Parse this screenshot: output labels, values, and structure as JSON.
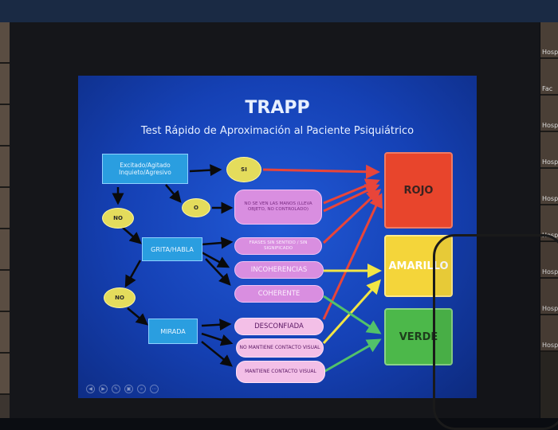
{
  "slide": {
    "title": "TRAPP",
    "subtitle": "Test Rápido de Aproximación al Paciente Psiquiátrico"
  },
  "nodes": {
    "excitado": "Excitado/Agitado Inquieto/Agresivo",
    "si": "SI",
    "o": "O",
    "no1": "NO",
    "no2": "NO",
    "grita": "GRITA/HABLA",
    "mirada": "MIRADA",
    "manos": "NO SE VEN LAS MANOS (LLEVA OBJETO, NO CONTROLADO)",
    "significado": "FRASES SIN SENTIDO / SIN SIGNIFICADO",
    "incoherencias": "INCOHERENCIAS",
    "coherente": "COHERENTE",
    "desconfiada": "DESCONFIADA",
    "no_mantiene": "NO MANTIENE CONTACTO VISUAL",
    "mantiene": "MANTIENE CONTACTO VISUAL"
  },
  "results": {
    "rojo": "ROJO",
    "amarillo": "AMARILLO",
    "verde": "VERDE"
  },
  "colors": {
    "red_arrow": "#e8453a",
    "yellow_arrow": "#f2e545",
    "green_arrow": "#52c26a",
    "black_arrow": "#0a0a0a"
  },
  "participants": [
    "Hospi",
    "Fac",
    "Hosp",
    "Hosp",
    "Hosp",
    "Hosp",
    "Hosp",
    "Hosp",
    "Hosp"
  ]
}
